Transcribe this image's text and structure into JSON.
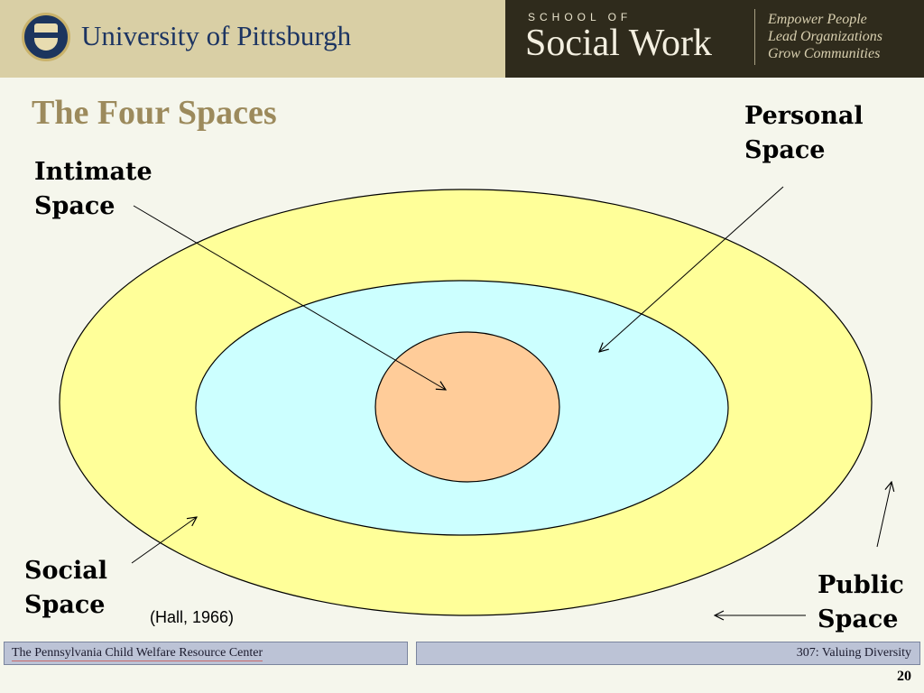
{
  "header": {
    "university": "University of Pittsburgh",
    "school_of": "SCHOOL OF",
    "school_name": "Social Work",
    "taglines": [
      "Empower People",
      "Lead Organizations",
      "Grow Communities"
    ]
  },
  "slide": {
    "title": "The Four Spaces",
    "labels": {
      "intimate": [
        "Intimate",
        "Space"
      ],
      "personal": [
        "Personal",
        "Space"
      ],
      "social": [
        "Social",
        "Space"
      ],
      "public": [
        "Public",
        "Space"
      ]
    },
    "citation": "(Hall, 1966)"
  },
  "diagram": {
    "fill_colors": {
      "public": "#ffff99",
      "personal": "#ccffff",
      "intimate": "#ffcc99",
      "outline": "#000000"
    }
  },
  "footer": {
    "left": "The Pennsylvania Child Welfare Resource Center",
    "right": "307: Valuing Diversity",
    "page": "20"
  }
}
